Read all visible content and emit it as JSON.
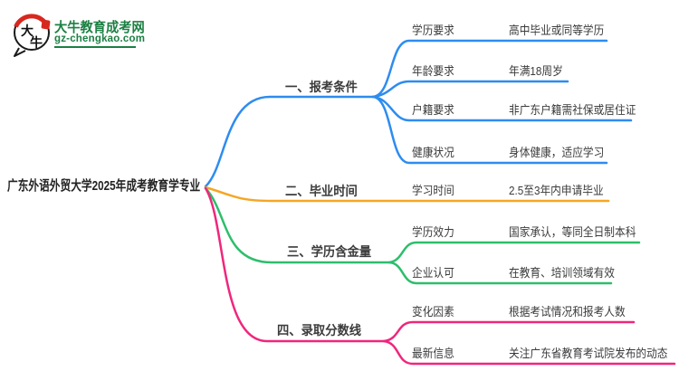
{
  "logo": {
    "icon_char_1": "大",
    "icon_char_2": "牛",
    "site_name": "大牛教育成考网",
    "site_url": "gz-chengkao.com",
    "green": "#1B8043",
    "red": "#D7281F"
  },
  "center": {
    "title": "广东外语外贸大学2025年成考教育学专业"
  },
  "colors": {
    "blue": "#2D8CF0",
    "orange": "#F5A623",
    "green": "#2DBE6C",
    "pink": "#F0267C",
    "text": "#3B3B3B"
  },
  "branches": [
    {
      "label": "一、报考条件",
      "color": "#2D8CF0",
      "children": [
        {
          "label": "学历要求",
          "value": "高中毕业或同等学历"
        },
        {
          "label": "年龄要求",
          "value": "年满18周岁"
        },
        {
          "label": "户籍要求",
          "value": "非广东户籍需社保或居住证"
        },
        {
          "label": "健康状况",
          "value": "身体健康，适应学习"
        }
      ]
    },
    {
      "label": "二、毕业时间",
      "color": "#F5A623",
      "children": [
        {
          "label": "学习时间",
          "value": "2.5至3年内申请毕业"
        }
      ]
    },
    {
      "label": "三、学历含金量",
      "color": "#2DBE6C",
      "children": [
        {
          "label": "学历效力",
          "value": "国家承认，等同全日制本科"
        },
        {
          "label": "企业认可",
          "value": "在教育、培训领域有效"
        }
      ]
    },
    {
      "label": "四、录取分数线",
      "color": "#F0267C",
      "children": [
        {
          "label": "变化因素",
          "value": "根据考试情况和报考人数"
        },
        {
          "label": "最新信息",
          "value": "关注广东省教育考试院发布的动态"
        }
      ]
    }
  ]
}
